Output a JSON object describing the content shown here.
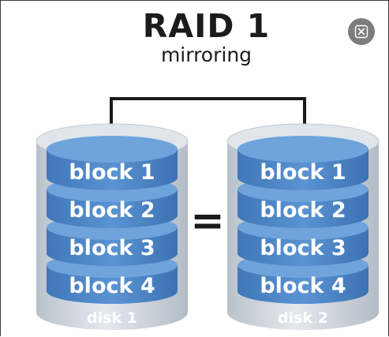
{
  "title": "RAID 1",
  "subtitle": "mirroring",
  "equals_sign": "=",
  "disks": [
    {
      "label": "disk 1",
      "blocks": [
        "block 1",
        "block 2",
        "block 3",
        "block 4"
      ]
    },
    {
      "label": "disk 2",
      "blocks": [
        "block 1",
        "block 2",
        "block 3",
        "block 4"
      ]
    }
  ],
  "colors": {
    "block_fill": "#4d86c6",
    "block_top": "#6fa3dc",
    "disk_body": "#cdd4db",
    "connector": "#1a1a1a",
    "close_button": "#7d7d7d"
  },
  "icons": {
    "close": "close-icon"
  }
}
